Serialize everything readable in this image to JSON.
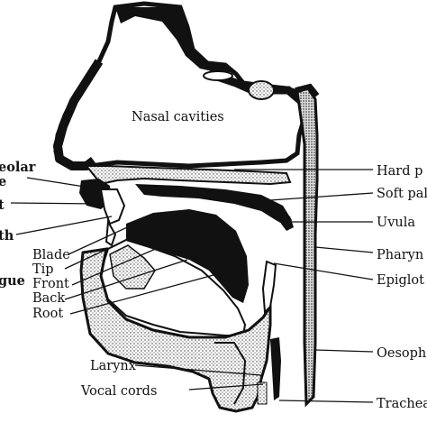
{
  "labels": {
    "nasal_cavities": "Nasal cavities",
    "alveolar_ridge_line1": "eolar",
    "alveolar_ridge_line2": "e",
    "teeth_fragment": "t",
    "mouth_fragment": "th",
    "tongue_fragment": "gue",
    "blade": "Blade",
    "tip": "Tip",
    "front": "Front",
    "back": "Back",
    "root": "Root",
    "larynx": "Larynx",
    "vocal_cords": "Vocal cords",
    "hard_palate": "Hard p",
    "soft_palate": "Soft pal",
    "uvula": "Uvula",
    "pharynx": "Pharyn",
    "epiglottis": "Epiglot",
    "oesophagus": "Oesoph",
    "trachea": "Trachea"
  }
}
